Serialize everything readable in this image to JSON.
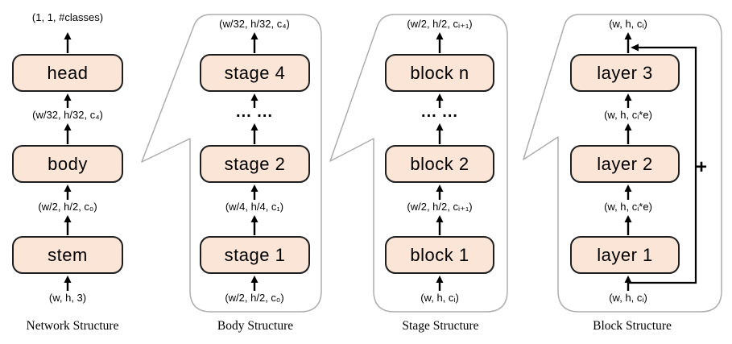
{
  "figure": {
    "colors": {
      "box_fill": "#FBE5D6",
      "box_border": "#1F1F1F",
      "bubble_border": "#ADADAD",
      "arrow": "#000000",
      "text": "#000000"
    },
    "columns": [
      {
        "caption": "Network Structure",
        "labels": {
          "top": "(1, 1, #classes)",
          "mid1": "(w/32, h/32, c₄)",
          "mid2": "(w/2, h/2, c₀)",
          "bottom": "(w, h, 3)"
        },
        "boxes": {
          "top": "head",
          "mid": "body",
          "bottom": "stem"
        }
      },
      {
        "caption": "Body Structure",
        "labels": {
          "top": "(w/32, h/32, c₄)",
          "mid1": "... ...",
          "mid2": "(w/4, h/4, c₁)",
          "bottom": "(w/2, h/2, c₀)"
        },
        "boxes": {
          "top": "stage 4",
          "mid": "stage 2",
          "bottom": "stage 1"
        }
      },
      {
        "caption": "Stage Structure",
        "labels": {
          "top": "(w/2, h/2, cᵢ₊₁)",
          "mid1": "... ...",
          "mid2": "(w/2, h/2, cᵢ₊₁)",
          "bottom": "(w, h, cᵢ)"
        },
        "boxes": {
          "top": "block n",
          "mid": "block 2",
          "bottom": "block 1"
        }
      },
      {
        "caption": "Block Structure",
        "labels": {
          "top": "(w, h, cᵢ)",
          "mid1": "(w, h, cᵢ*e)",
          "mid2": "(w, h, cᵢ*e)",
          "bottom": "(w, h, cᵢ)"
        },
        "boxes": {
          "top": "layer 3",
          "mid": "layer 2",
          "bottom": "layer 1"
        },
        "plus_label": "+"
      }
    ]
  }
}
